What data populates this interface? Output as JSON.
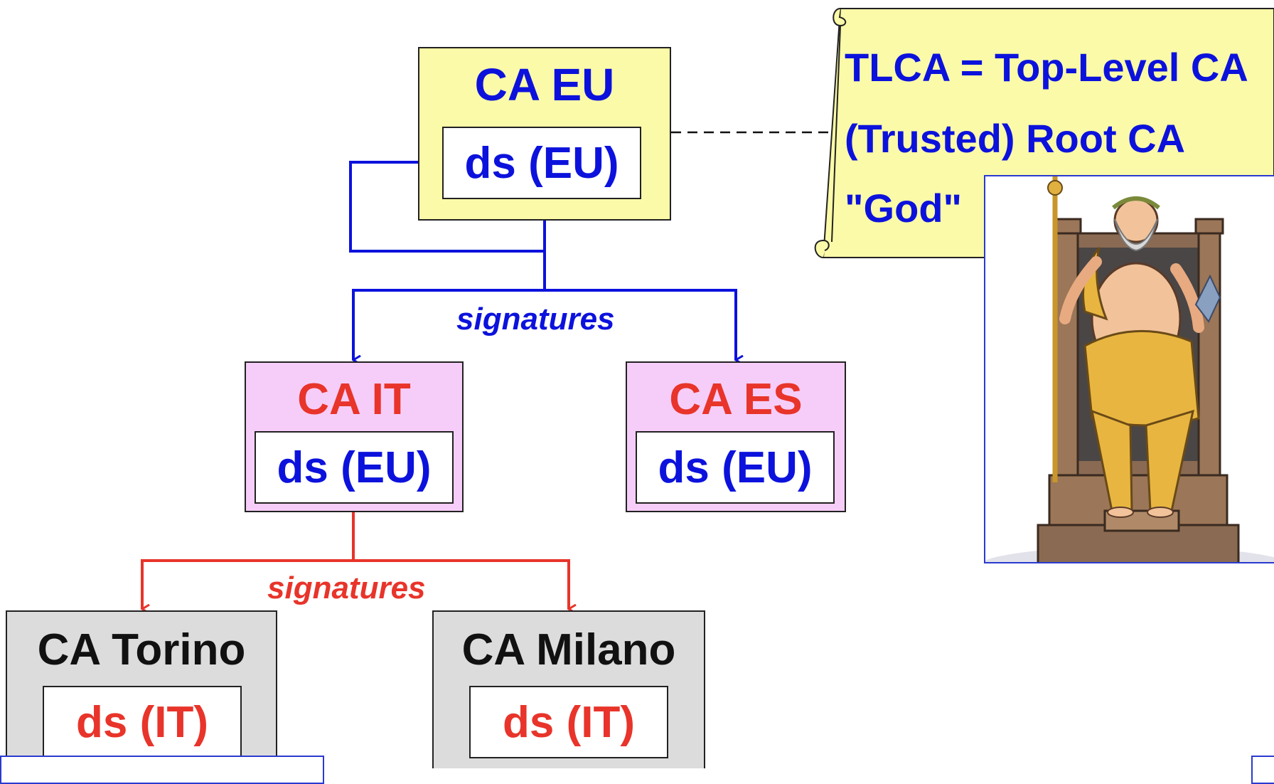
{
  "nodes": {
    "ca_eu": {
      "title": "CA EU",
      "cert": "ds (EU)"
    },
    "ca_it": {
      "title": "CA IT",
      "cert": "ds (EU)"
    },
    "ca_es": {
      "title": "CA ES",
      "cert": "ds (EU)"
    },
    "ca_torino": {
      "title": "CA Torino",
      "cert": "ds (IT)"
    },
    "ca_milano": {
      "title": "CA Milano",
      "cert": "ds (IT)"
    }
  },
  "edge_labels": {
    "eu_signatures": "signatures",
    "it_signatures": "signatures"
  },
  "note": {
    "line1": "TLCA = Top-Level CA",
    "line2": "(Trusted) Root CA",
    "line3": "\"God\""
  },
  "illustration": {
    "subject": "zeus-on-throne"
  },
  "colors": {
    "blue": "#0c12dc",
    "red": "#e8342a",
    "yellow_box": "#fafaa8",
    "pink_box": "#f6cdf8",
    "gray_box": "#dcdcdc"
  }
}
